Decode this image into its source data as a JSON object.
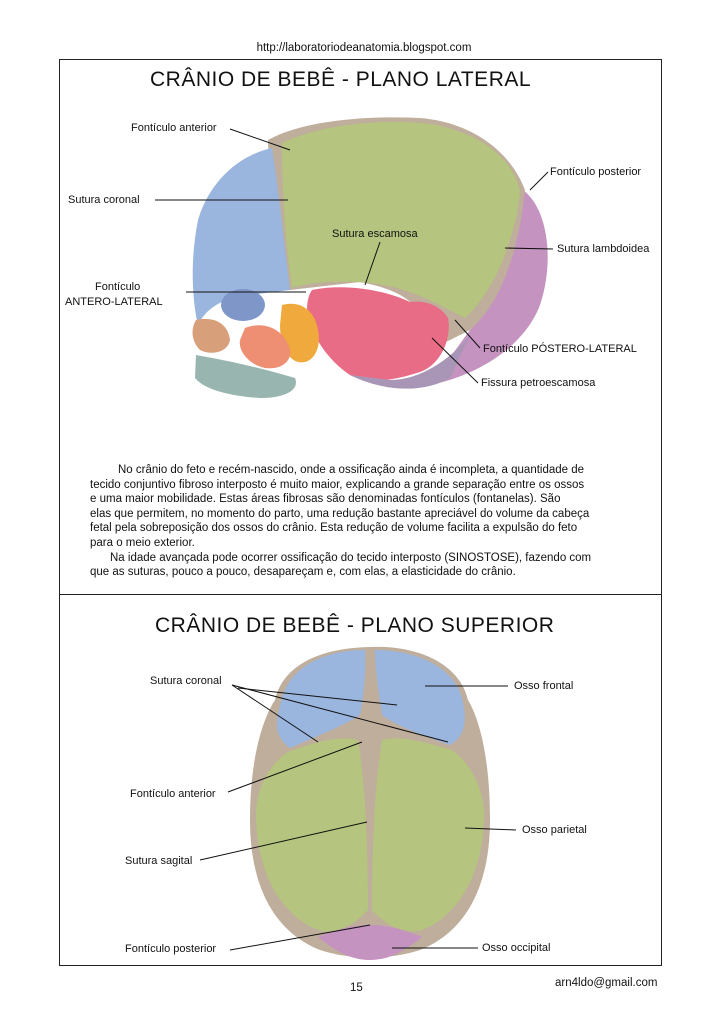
{
  "header_url": "http://laboratoriodeanatomia.blogspot.com",
  "lateral": {
    "title": "CRÂNIO DE BEBÊ - PLANO LATERAL",
    "labels": {
      "anterior": "Fontículo anterior",
      "posterior": "Fontículo posterior",
      "coronal": "Sutura coronal",
      "escamosa": "Sutura escamosa",
      "lambdoidea": "Sutura lambdoidea",
      "anterolateral_1": "Fontículo",
      "anterolateral_2": "ANTERO-LATERAL",
      "posterolateral": "Fontículo PÓSTERO-LATERAL",
      "petroescamosa": "Fissura petroescamosa"
    }
  },
  "paragraph": {
    "lines1": [
      "No crânio do feto e recém-nascido, onde a ossificação ainda é incompleta, a quantidade de",
      "tecido conjuntivo fibroso interposto é muito maior, explicando a grande separação entre os ossos",
      "e uma maior mobilidade. Estas áreas fibrosas são denominadas fontículos (fontanelas). São",
      "elas que permitem, no momento do parto, uma redução bastante apreciável do volume da cabeça",
      "fetal pela sobreposição dos ossos do crânio. Esta redução de volume facilita a expulsão do feto",
      "para o meio exterior."
    ],
    "lines2": [
      "Na idade avançada pode ocorrer ossificação do tecido interposto (SINOSTOSE), fazendo com",
      "que as suturas, pouco a pouco, desapareçam e, com elas, a elasticidade do crânio."
    ]
  },
  "superior": {
    "title": "CRÂNIO DE BEBÊ - PLANO SUPERIOR",
    "labels": {
      "coronal": "Sutura coronal",
      "frontal": "Osso frontal",
      "anterior": "Fontículo anterior",
      "parietal": "Osso parietal",
      "sagital": "Sutura sagital",
      "posterior": "Fontículo posterior",
      "occipital": "Osso occipital"
    }
  },
  "footer": {
    "page": "15",
    "email": "arn4ldo@gmail.com"
  },
  "colors": {
    "parietal": "#b5c47e",
    "frontal": "#9ab5de",
    "occipital": "#c493c0",
    "temporal": "#e96c86",
    "fontanelle": "#bfae9b",
    "zygomatic": "#f0a93c",
    "maxilla": "#ee8e72",
    "mandible": "#98b5b0"
  }
}
